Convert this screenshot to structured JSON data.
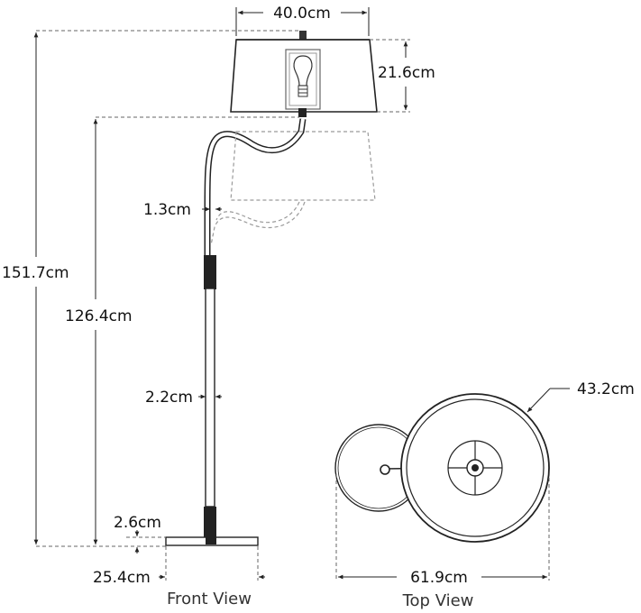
{
  "labels": {
    "shade_width": "40.0cm",
    "shade_height": "21.6cm",
    "total_height": "151.7cm",
    "arm_height": "126.4cm",
    "arm_thickness": "1.3cm",
    "stem_thickness": "2.2cm",
    "base_height": "2.6cm",
    "base_width": "25.4cm",
    "shade_diameter": "43.2cm",
    "overall_depth": "61.9cm"
  },
  "captions": {
    "front": "Front View",
    "top": "Top View"
  }
}
